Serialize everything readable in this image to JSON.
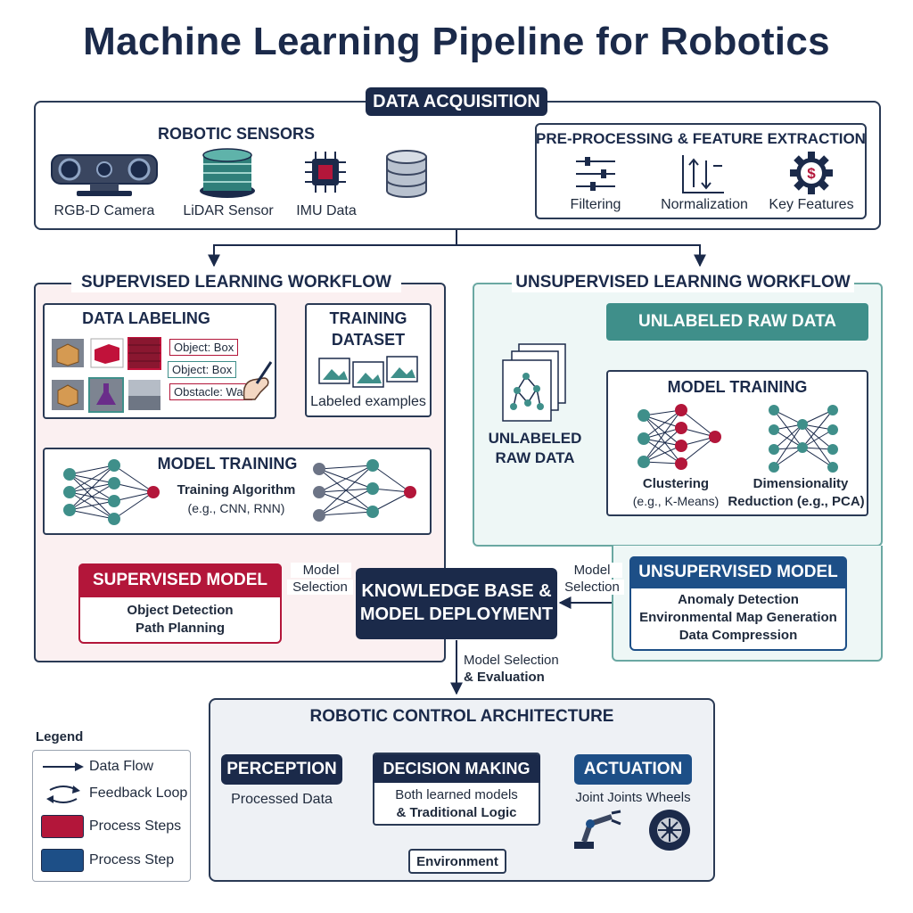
{
  "title": "Machine Learning Pipeline for Robotics",
  "acquisition": {
    "header": "DATA ACQUISITION",
    "sensors_title": "ROBOTIC SENSORS",
    "sensors": [
      "RGB-D Camera",
      "LiDAR Sensor",
      "IMU Data"
    ],
    "preprocess_title": "PRE-PROCESSING & FEATURE EXTRACTION",
    "preprocess_items": [
      "Filtering",
      "Normalization",
      "Key Features"
    ]
  },
  "supervised": {
    "title": "SUPERVISED LEARNING WORKFLOW",
    "labeling_title": "DATA LABELING",
    "tags": [
      "Object: Box",
      "Object: Box",
      "Obstacle: Wall"
    ],
    "dataset_title_1": "TRAINING",
    "dataset_title_2": "DATASET",
    "dataset_caption": "Labeled examples",
    "training_title": "MODEL TRAINING",
    "training_line1": "Training Algorithm",
    "training_line2": "(e.g., CNN, RNN)",
    "model_title": "SUPERVISED MODEL",
    "model_line1": "Object Detection",
    "model_line2": "Path Planning"
  },
  "unsupervised": {
    "title": "UNSUPERVISED LEARNING WORKFLOW",
    "raw_banner": "UNLABELED RAW DATA",
    "raw_label_1": "UNLABELED",
    "raw_label_2": "RAW DATA",
    "training_title": "MODEL TRAINING",
    "clustering_1": "Clustering",
    "clustering_2": "(e.g., K-Means)",
    "dimred_1": "Dimensionality",
    "dimred_2": "Reduction (e.g., PCA)",
    "model_title": "UNSUPERVISED MODEL",
    "model_items": [
      "Anomaly Detection",
      "Environmental Map Generation",
      "Data Compression"
    ]
  },
  "knowledge": {
    "line1": "KNOWLEDGE BASE &",
    "line2": "MODEL DEPLOYMENT",
    "left_label_1": "Model",
    "left_label_2": "Selection",
    "right_label_1": "Model",
    "right_label_2": "Selection",
    "down_label_1": "Model Selection",
    "down_label_2": "& Evaluation"
  },
  "control": {
    "title": "ROBOTIC CONTROL ARCHITECTURE",
    "perception": "PERCEPTION",
    "perception_caption": "Processed Data",
    "decision": "DECISION MAKING",
    "decision_line1": "Both learned models",
    "decision_line2": "& Traditional Logic",
    "actuation": "ACTUATION",
    "actuation_caption": "Joint Joints Wheels",
    "environment": "Environment"
  },
  "legend": {
    "title": "Legend",
    "items": [
      "Data Flow",
      "Feedback Loop",
      "Process Steps",
      "Process Step"
    ]
  },
  "colors": {
    "navy": "#1b2a4a",
    "crimson": "#b3163a",
    "teal": "#3f8f8a",
    "blue": "#1d4f87"
  }
}
